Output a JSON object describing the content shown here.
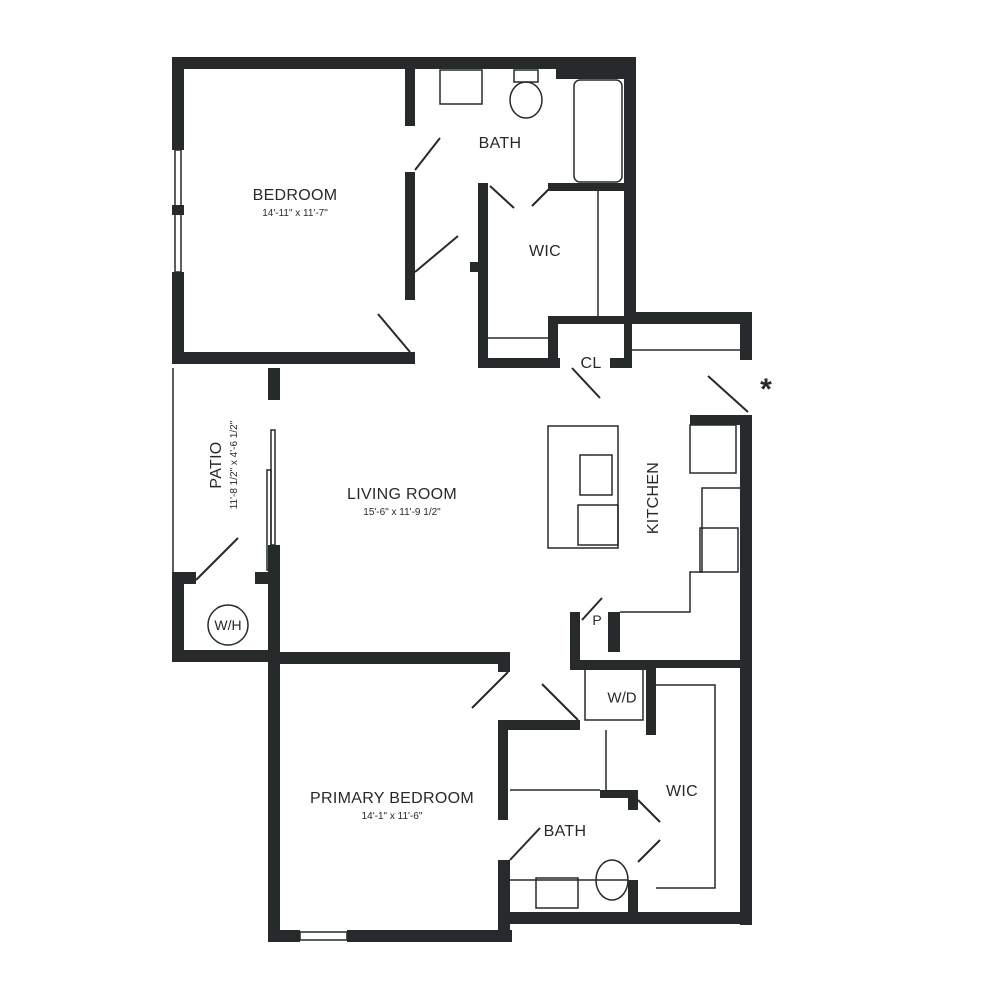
{
  "plan": {
    "rooms": [
      {
        "name": "BEDROOM",
        "dims": "14'-11\" x 11'-7\""
      },
      {
        "name": "BATH",
        "dims": ""
      },
      {
        "name": "WIC",
        "dims": ""
      },
      {
        "name": "CL",
        "dims": ""
      },
      {
        "name": "PATIO",
        "dims": "11'-8 1/2\" x 4'-6 1/2\""
      },
      {
        "name": "LIVING ROOM",
        "dims": "15'-6\" x 11'-9 1/2\""
      },
      {
        "name": "KITCHEN",
        "dims": ""
      },
      {
        "name": "W/H",
        "dims": ""
      },
      {
        "name": "P",
        "dims": ""
      },
      {
        "name": "W/D",
        "dims": ""
      },
      {
        "name": "PRIMARY BEDROOM",
        "dims": "14'-1\" x 11'-6\""
      },
      {
        "name": "WIC",
        "dims": ""
      },
      {
        "name": "BATH",
        "dims": ""
      }
    ],
    "marker": "*",
    "wall_color": "#262a2a"
  }
}
